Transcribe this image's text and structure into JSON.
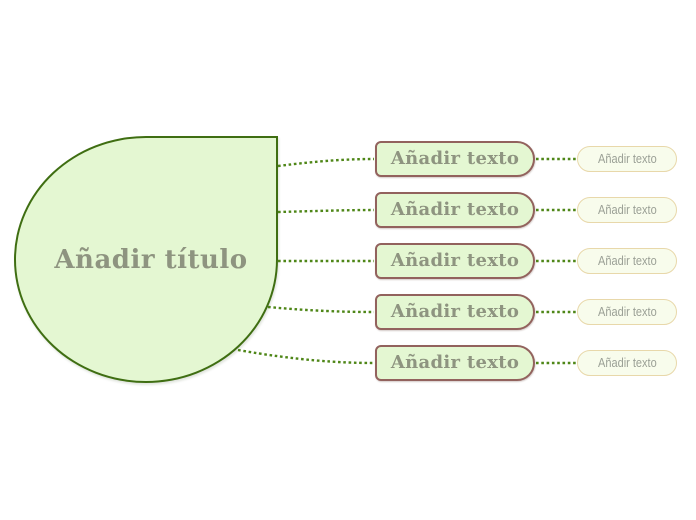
{
  "diagram": {
    "type": "mind-map-template",
    "root": {
      "label": "Añadir título"
    },
    "branches": [
      {
        "label": "Añadir texto",
        "children": [
          {
            "label": "Añadir texto"
          }
        ]
      },
      {
        "label": "Añadir texto",
        "children": [
          {
            "label": "Añadir texto"
          }
        ]
      },
      {
        "label": "Añadir texto",
        "children": [
          {
            "label": "Añadir texto"
          }
        ]
      },
      {
        "label": "Añadir texto",
        "children": [
          {
            "label": "Añadir texto"
          }
        ]
      },
      {
        "label": "Añadir texto",
        "children": [
          {
            "label": "Añadir texto"
          }
        ]
      }
    ],
    "colors": {
      "background": "#ffffff",
      "root_fill": "#e4f7d2",
      "root_border": "#3f6e12",
      "branch_fill": "#e4f7d2",
      "branch_border": "#92625d",
      "branch_text": "#8e9480",
      "child_fill": "#f8fcec",
      "child_border": "#e8d8aa",
      "child_text": "#9ba096",
      "connector": "#4e8617"
    }
  }
}
